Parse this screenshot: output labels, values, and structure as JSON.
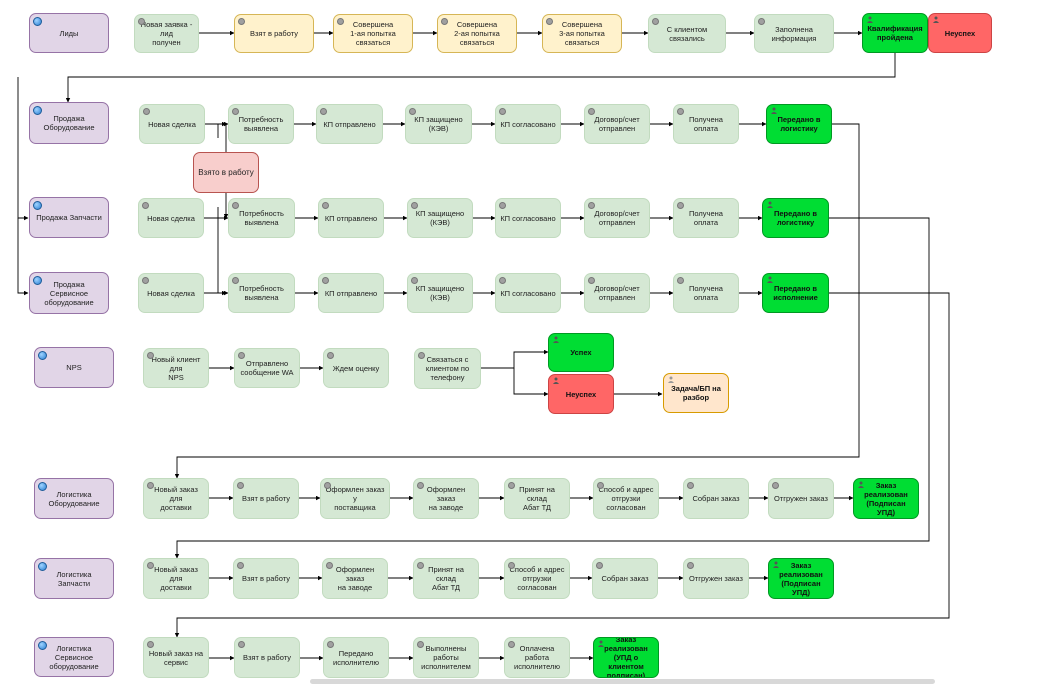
{
  "colors": {
    "lane": "#e1d5e7",
    "task": "#d5e8d4",
    "pending": "#fff2cc",
    "success": "#00dd33",
    "fail": "#ff6666",
    "taken": "#f8cecc",
    "review": "#ffe6cc",
    "connector": "#000000"
  },
  "icons": {
    "lane": "globe-icon",
    "task": "gear-icon",
    "milestone": "people-icon"
  },
  "lanes": {
    "leads": "Лиды",
    "sale_equipment": "Продажа\nОборудование",
    "sale_parts": "Продажа Запчасти",
    "sale_service": "Продажа\nСервисное\nоборудование",
    "nps": "NPS",
    "log_equipment": "Логистика\nОборудование",
    "log_parts": "Логистика\nЗапчасти",
    "log_service": "Логистика\nСервисное\nоборудование"
  },
  "leads": {
    "s1": "Новая заявка - лид\nполучен",
    "s2": "Взят в работу",
    "s3": "Совершена\n1-ая попытка связаться",
    "s4": "Совершена\n2-ая попытка связаться",
    "s5": "Совершена\n3-ая попытка связаться",
    "s6": "С клиентом связались",
    "s7": "Заполнена\nинформация",
    "s8": "Квалификация\nпройдена",
    "s9": "Неуспех"
  },
  "sale_equipment": {
    "s1": "Новая сделка",
    "s2": "Потребность\nвыявлена",
    "s3": "КП отправлено",
    "s4": "КП защищено\n(КЭВ)",
    "s5": "КП согласовано",
    "s6": "Договор/счет\nотправлен",
    "s7": "Получена оплата",
    "s8": "Передано в\nлогистику"
  },
  "taken": "Взято в работу",
  "sale_parts": {
    "s1": "Новая сделка",
    "s2": "Потребность\nвыявлена",
    "s3": "КП отправлено",
    "s4": "КП защищено\n(КЭВ)",
    "s5": "КП согласовано",
    "s6": "Договор/счет\nотправлен",
    "s7": "Получена оплата",
    "s8": "Передано в\nлогистику"
  },
  "sale_service": {
    "s1": "Новая сделка",
    "s2": "Потребность\nвыявлена",
    "s3": "КП отправлено",
    "s4": "КП защищено\n(КЭВ)",
    "s5": "КП согласовано",
    "s6": "Договор/счет\nотправлен",
    "s7": "Получена оплата",
    "s8": "Передано в\nисполнение"
  },
  "nps": {
    "s1": "Новый клиент для\nNPS",
    "s2": "Отправлено\nсообщение WA",
    "s3": "Ждем оценку",
    "s4": "Связаться с\nклиентом по\nтелефону",
    "s5": "Успех",
    "s6": "Неуспех",
    "s7": "Задача/БП на\nразбор"
  },
  "log_equipment": {
    "s1": "Новый заказ для\nдоставки",
    "s2": "Взят в работу",
    "s3": "Оформлен заказ у\nпоставщика",
    "s4": "Оформлен заказ\nна заводе",
    "s5": "Принят на склад\nАбат ТД",
    "s6": "Способ и адрес\nотгрузки\nсогласован",
    "s7": "Собран заказ",
    "s8": "Отгружен заказ",
    "s9": "Заказ\nреализован\n(Подписан УПД)"
  },
  "log_parts": {
    "s1": "Новый заказ для\nдоставки",
    "s2": "Взят в работу",
    "s3": "Оформлен заказ\nна заводе",
    "s4": "Принят на склад\nАбат ТД",
    "s5": "Способ и адрес\nотгрузки\nсогласован",
    "s6": "Собран заказ",
    "s7": "Отгружен заказ",
    "s8": "Заказ\nреализован\n(Подписан УПД)"
  },
  "log_service": {
    "s1": "Новый заказ на\nсервис",
    "s2": "Взят в работу",
    "s3": "Передано\nисполнителю",
    "s4": "Выполнены работы\nисполнителем",
    "s5": "Оплачена работа\nисполнителю",
    "s6": "Заказ\nреализован\n(УПД о\nклиентом\nподписан)"
  }
}
